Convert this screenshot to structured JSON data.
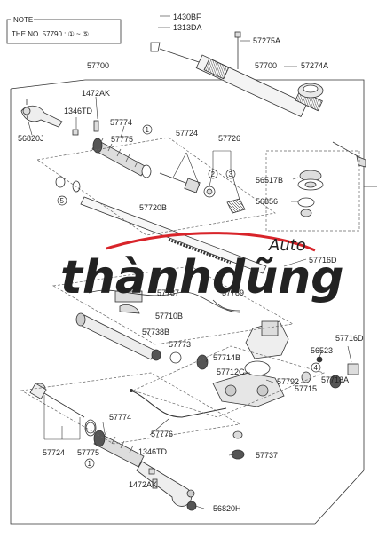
{
  "note": {
    "title": "NOTE",
    "body": "THE NO. 57790 : ① ~ ⑤"
  },
  "labels": {
    "p1430BF": "1430BF",
    "p1313DA": "1313DA",
    "p57275A": "57275A",
    "p57700_top": "57700",
    "p57274A": "57274A",
    "p57700_main": "57700",
    "p1472AK_top": "1472AK",
    "p1346TD_top": "1346TD",
    "p57774_top": "57774",
    "p56820J": "56820J",
    "p57775_top": "57775",
    "p57724_top": "57724",
    "p57726": "57726",
    "p56517B": "56517B",
    "p56856": "56856",
    "p57720B": "57720B",
    "p57716D_top": "57716D",
    "p57787": "57787",
    "p57789": "57789",
    "p57710B": "57710B",
    "p57738B": "57738B",
    "p57773": "57773",
    "p57714B": "57714B",
    "p57712C": "57712C",
    "p57792": "57792",
    "p56523": "56523",
    "p57716D_right": "57716D",
    "p57718A": "57718A",
    "p57715": "57715",
    "p57724_bottom": "57724",
    "p57774_bottom": "57774",
    "p57776": "57776",
    "p57775_bottom": "57775",
    "p1346TD_bottom": "1346TD",
    "p1472AK_bottom": "1472AK",
    "p57737": "57737",
    "p56820H": "56820H"
  },
  "circled": {
    "c1_top": "1",
    "c2": "2",
    "c3": "3",
    "c5": "5",
    "c4": "4",
    "c1_bottom": "1"
  },
  "watermark": {
    "main": "thànhdũng",
    "auto": "Auto",
    "reg": "®",
    "brand_color": "#1b3f8f",
    "swoosh_color": "#d8242a"
  }
}
